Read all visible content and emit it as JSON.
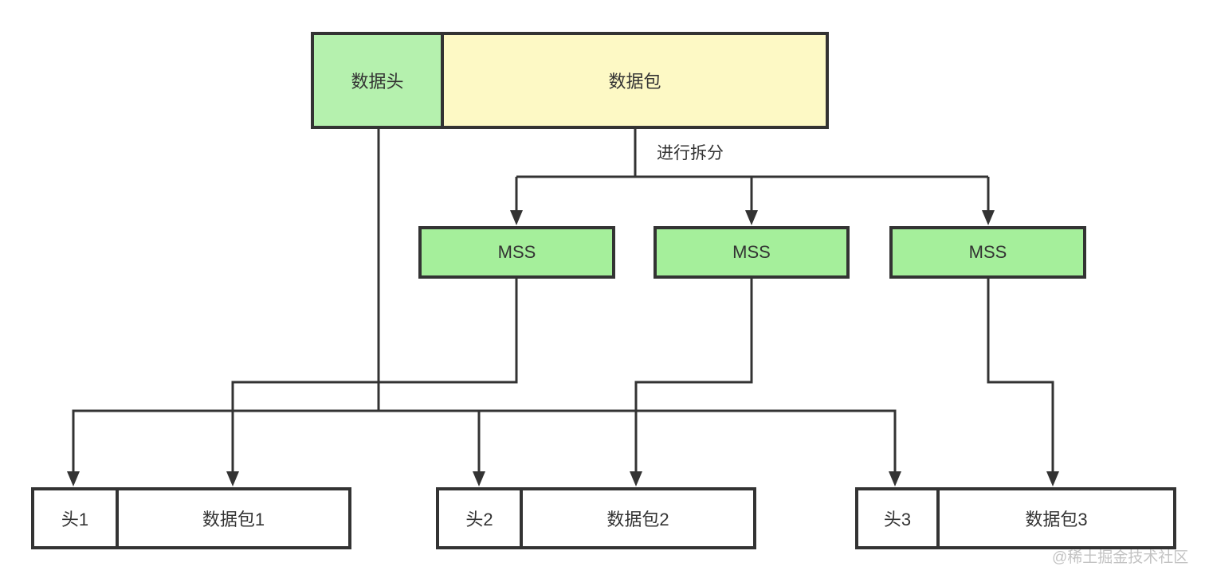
{
  "diagram": {
    "top_box": {
      "header_label": "数据头",
      "packet_label": "数据包"
    },
    "split_label": "进行拆分",
    "mss_nodes": [
      {
        "label": "MSS"
      },
      {
        "label": "MSS"
      },
      {
        "label": "MSS"
      }
    ],
    "result_segments": [
      {
        "head": "头1",
        "packet": "数据包1"
      },
      {
        "head": "头2",
        "packet": "数据包2"
      },
      {
        "head": "头3",
        "packet": "数据包3"
      }
    ],
    "watermark": "@稀土掘金技术社区",
    "colors": {
      "header_green": "#b5f1ae",
      "packet_yellow": "#fdf9c5",
      "mss_green": "#a5ef9b",
      "line": "#333333",
      "text": "#333333",
      "watermark": "#c3c3c3",
      "background": "#ffffff"
    }
  }
}
